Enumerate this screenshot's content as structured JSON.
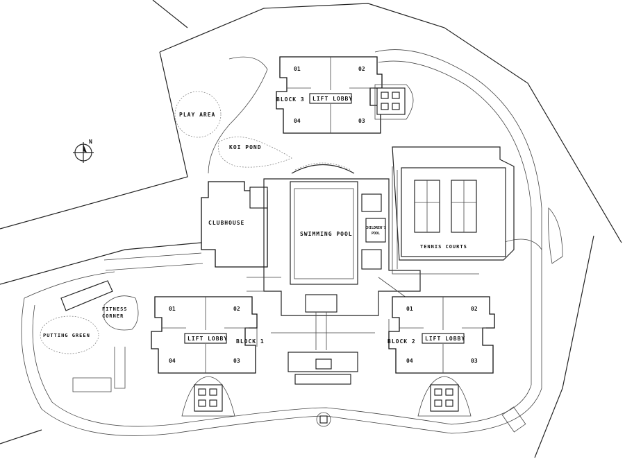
{
  "plan": {
    "compass": "N",
    "labels": {
      "play_area": "PLAY AREA",
      "koi_pond": "KOI POND",
      "clubhouse": "CLUBHOUSE",
      "swimming_pool": "SWIMMING POOL",
      "childrens_pool_1": "CHILDREN'S",
      "childrens_pool_2": "POOL",
      "tennis_courts": "TENNIS COURTS",
      "fitness_corner_1": "FITNESS",
      "fitness_corner_2": "CORNER",
      "putting_green": "PUTTING GREEN"
    },
    "blocks": [
      {
        "name": "BLOCK 3",
        "lobby": "LIFT LOBBY",
        "units": [
          "01",
          "02",
          "04",
          "03"
        ]
      },
      {
        "name": "BLOCK 1",
        "lobby": "LIFT LOBBY",
        "units": [
          "01",
          "02",
          "04",
          "03"
        ]
      },
      {
        "name": "BLOCK 2",
        "lobby": "LIFT LOBBY",
        "units": [
          "01",
          "02",
          "04",
          "03"
        ]
      }
    ]
  }
}
